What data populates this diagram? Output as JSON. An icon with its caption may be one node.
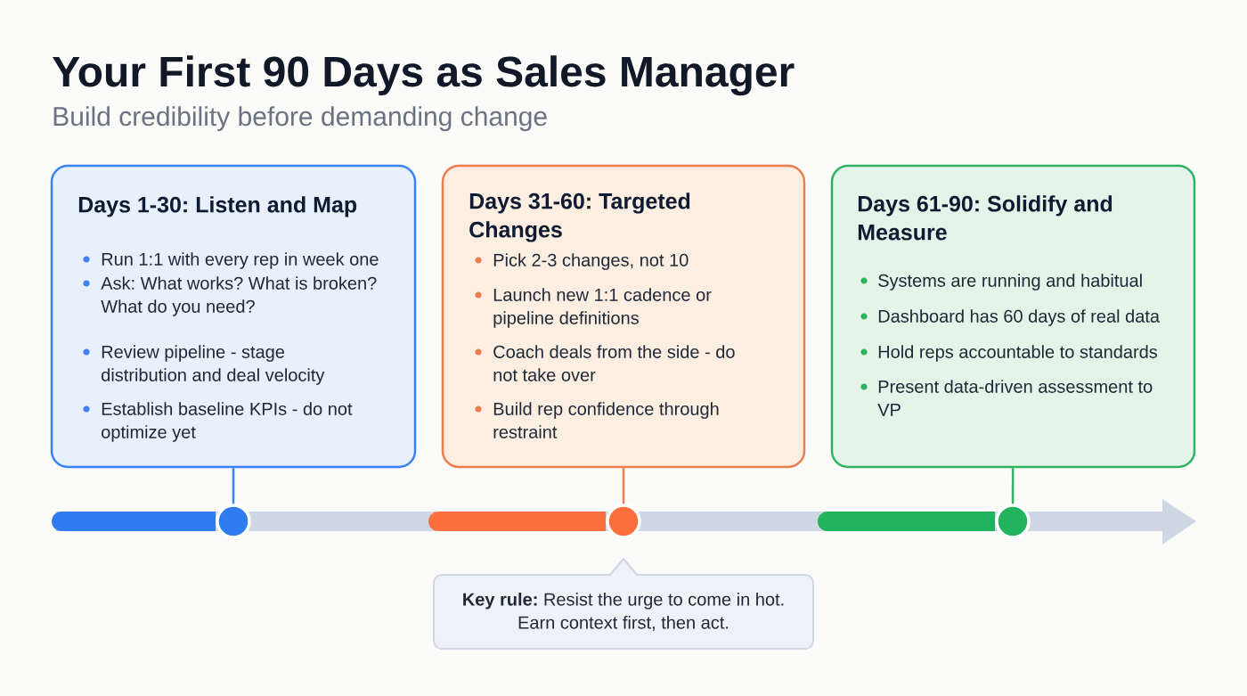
{
  "diagram": {
    "title": "Your First 90 Days as Sales Manager",
    "labels": [
      "Build credibility before demanding change"
    ],
    "nodes": [
      {
        "text": [
          "Days 1-30: Listen and Map",
          "Run 1:1 with every rep in week one",
          "Ask: What works? What is broken? What do you need?",
          "Review pipeline - stage distribution and deal velocity",
          "Establish baseline KPIs - do not optimize yet"
        ]
      },
      {
        "text": [
          "Days 31-60: Targeted Changes",
          "Pick 2-3 changes, not 10",
          "Launch new 1:1 cadence or pipeline definitions",
          "Coach deals from the side - do not take over",
          "Build rep confidence through restraint"
        ]
      },
      {
        "text": [
          "Days 61-90: Solidify and Measure",
          "Systems are running and habitual",
          "Dashboard has 60 days of real data",
          "Hold reps accountable to standards",
          "Present data-driven assessment to VP"
        ]
      },
      {
        "text": [],
        "shape": "bar"
      },
      {
        "text": [],
        "shape": "circle"
      },
      {
        "text": [],
        "shape": "bar"
      },
      {
        "text": [],
        "shape": "circle"
      },
      {
        "text": [],
        "shape": "bar"
      },
      {
        "text": [],
        "shape": "circle"
      },
      {
        "text": [
          "**Key rule:** Resist the urge to come in hot. Earn context first, then act."
        ]
      }
    ],
    "edges": [
      {
        "from": 0,
        "to": 4,
        "arrow": "none",
        "color": "#3b82f6"
      },
      {
        "from": 1,
        "to": 6,
        "arrow": "none",
        "color": "#ee7b4c"
      },
      {
        "from": 2,
        "to": 8,
        "arrow": "none",
        "color": "#2fb367"
      }
    ]
  }
}
